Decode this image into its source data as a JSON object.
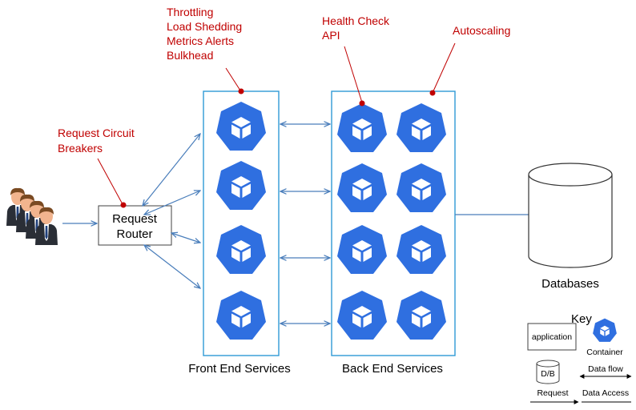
{
  "annotations": {
    "resilience": [
      "Throttling",
      "Load Shedding",
      "Metrics Alerts",
      "Bulkhead"
    ],
    "health_check": [
      "Health Check",
      "API"
    ],
    "autoscaling": [
      "Autoscaling"
    ],
    "circuit_breakers": [
      "Request Circuit",
      "Breakers"
    ]
  },
  "router": {
    "lines": [
      "Request",
      "Router"
    ]
  },
  "groups": {
    "front_end": {
      "label": "Front End Services",
      "containers": 4
    },
    "back_end": {
      "label": "Back End Services",
      "containers": 8
    }
  },
  "database": {
    "label": "Databases"
  },
  "key": {
    "title": "Key",
    "application": "application",
    "container": "Container",
    "db": "D/B",
    "data_flow": "Data flow",
    "request": "Request",
    "data_access": "Data Access"
  },
  "colors": {
    "annotation": "#c00000",
    "container": "#2f6fe0",
    "box_border": "#2f9ad6",
    "arrow": "#4a7ebb"
  },
  "icons": {
    "user": "user-group-icon",
    "container": "container-cube-icon"
  }
}
